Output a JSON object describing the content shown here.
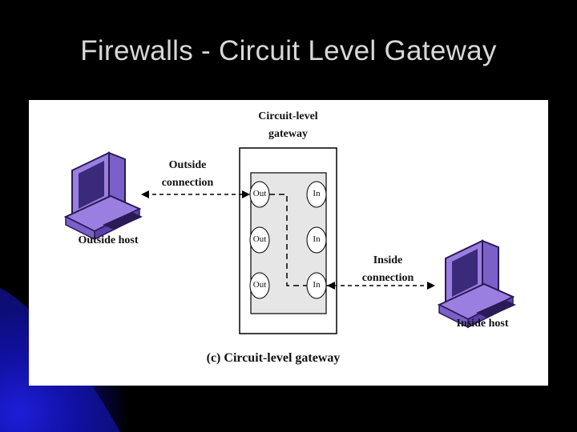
{
  "slide": {
    "title": "Firewalls - Circuit Level Gateway"
  },
  "diagram": {
    "gateway_label": "Circuit-level gateway",
    "gateway_label_line1": "Circuit-level",
    "gateway_label_line2": "gateway",
    "outside_connection_line1": "Outside",
    "outside_connection_line2": "connection",
    "inside_connection_line1": "Inside",
    "inside_connection_line2": "connection",
    "outside_host": "Outside host",
    "inside_host": "Inside host",
    "caption": "(c) Circuit-level gateway",
    "ports": {
      "out": [
        "Out",
        "Out",
        "Out"
      ],
      "in": [
        "In",
        "In",
        "In"
      ]
    },
    "colors": {
      "computer": "#9a7fe0",
      "computer_dark": "#2a1a55",
      "gateway_fill": "#e6e6e6"
    },
    "icons": [
      "computer-icon"
    ]
  }
}
